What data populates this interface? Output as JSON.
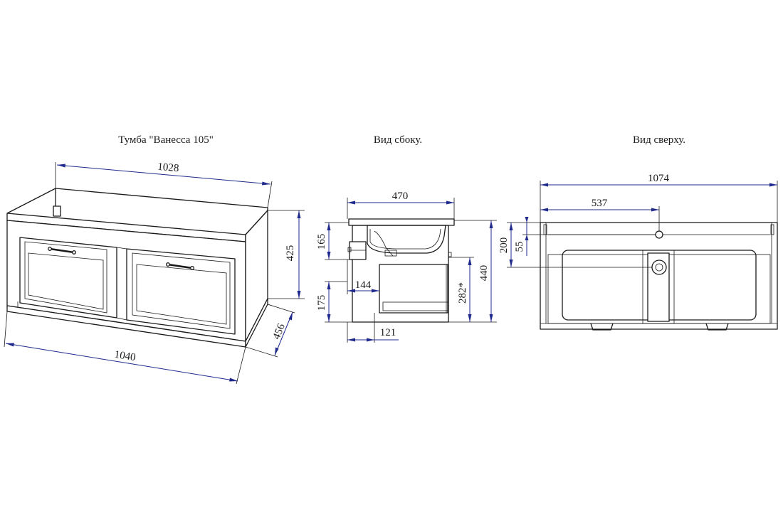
{
  "titles": {
    "iso": "Тумба \"Ванесса 105\"",
    "side": "Вид сбоку.",
    "top": "Вид сверху."
  },
  "dimensions": {
    "iso_width_top": "1028",
    "iso_width_bottom": "1040",
    "iso_height": "425",
    "iso_depth": "456",
    "side_width": "470",
    "side_top_height": "165",
    "side_overall_height": "440",
    "side_inner_height": "282*",
    "side_base_height": "175",
    "side_offset_144": "144",
    "side_offset_121": "121",
    "top_width": "1074",
    "top_half_width": "537",
    "top_depth_200": "200",
    "top_depth_55": "55"
  }
}
